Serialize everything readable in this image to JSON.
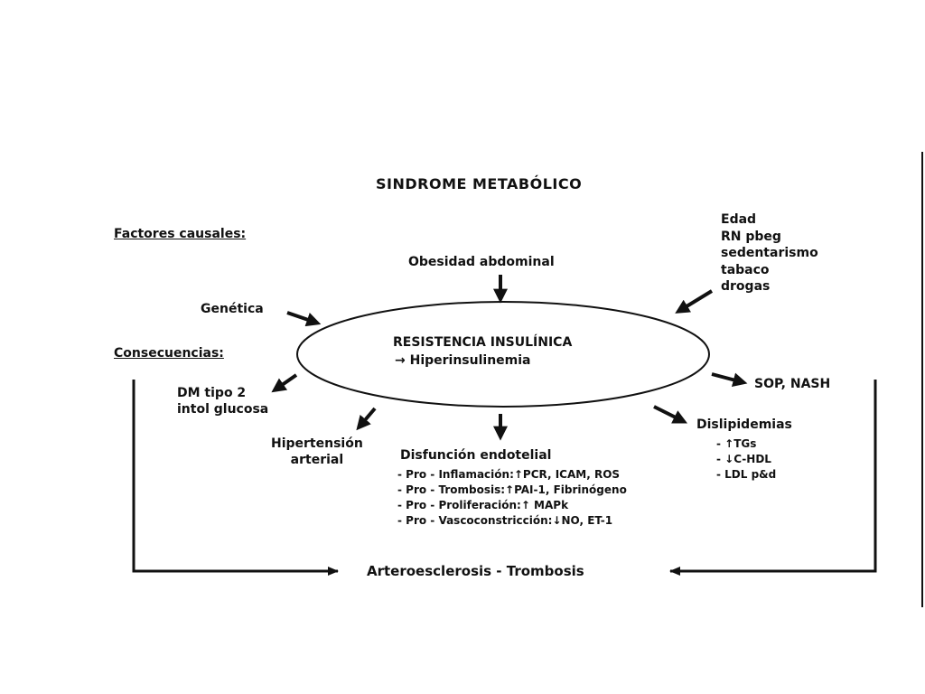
{
  "title": "SINDROME METABÓLICO",
  "headers": {
    "causal": "Factores causales:",
    "consequences": "Consecuencias:"
  },
  "causes": {
    "obesity": "Obesidad abdominal",
    "genetics": "Genética",
    "other": [
      "Edad",
      "RN pbeg",
      "sedentarismo",
      "tabaco",
      "drogas"
    ]
  },
  "center": {
    "line1": "RESISTENCIA INSULÍNICA",
    "line2": "→ Hiperinsulinemia"
  },
  "consequences": {
    "dm": [
      "DM tipo 2",
      "intol glucosa"
    ],
    "hypertension": [
      "Hipertensión",
      "arterial"
    ],
    "endothelial_title": "Disfunción endotelial",
    "endothelial_items": [
      "- Pro - Inflamación:↑PCR, ICAM, ROS",
      "- Pro - Trombosis:↑PAI-1, Fibrinógeno",
      "- Pro - Proliferación:↑ MAPk",
      "- Pro - Vascoconstricción:↓NO,   ET-1"
    ],
    "sop": "SOP, NASH",
    "dyslipidemia_title": "Dislipidemias",
    "dyslipidemia_items": [
      "- ↑TGs",
      "- ↓C-HDL",
      "- LDL p&d"
    ]
  },
  "bottom": "Arteroesclerosis - Trombosis"
}
